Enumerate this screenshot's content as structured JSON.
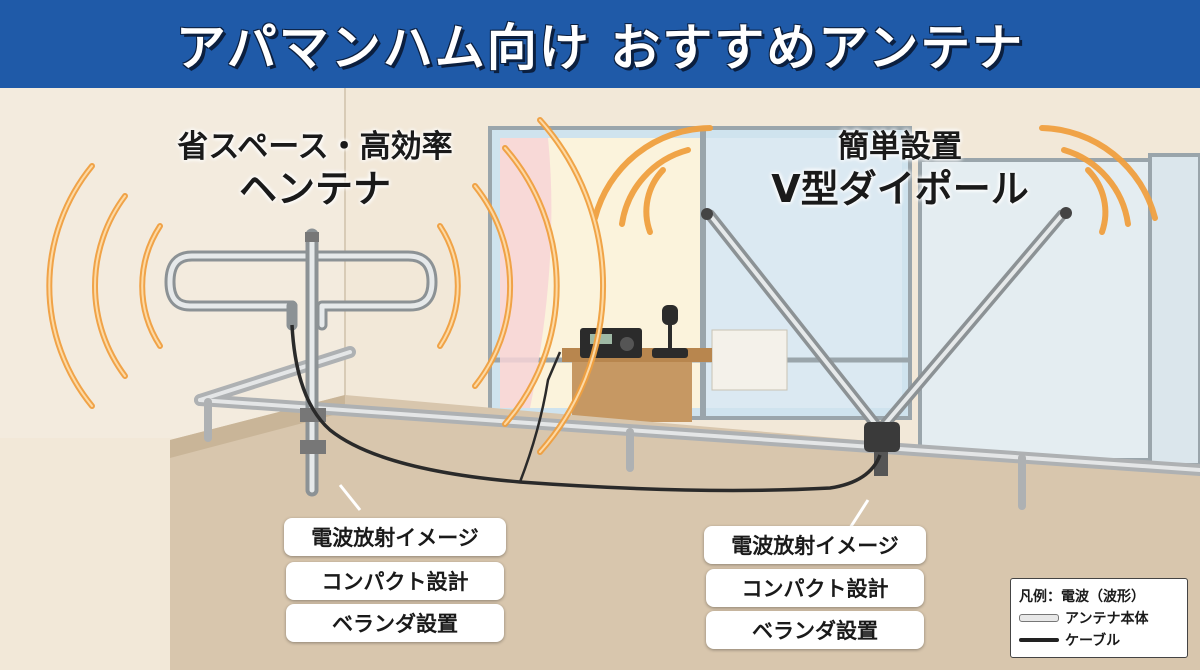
{
  "title": "アパマンハム向け おすすめアンテナ",
  "left_antenna": {
    "subtitle": "省スペース・高効率",
    "name": "ヘンテナ",
    "tags": [
      "電波放射イメージ",
      "コンパクト設計",
      "ベランダ設置"
    ]
  },
  "right_antenna": {
    "subtitle": "簡単設置",
    "name": "V型ダイポール",
    "tags": [
      "電波放射イメージ",
      "コンパクト設計",
      "ベランダ設置"
    ]
  },
  "legend": {
    "heading": "凡例：電波（波形）",
    "antenna_label": "アンテナ本体",
    "cable_label": "ケーブル"
  },
  "colors": {
    "banner": "#1f5aa8",
    "wave": "#f0a040",
    "wall": "#efe4d2",
    "balcony": "#d9c8b0"
  }
}
